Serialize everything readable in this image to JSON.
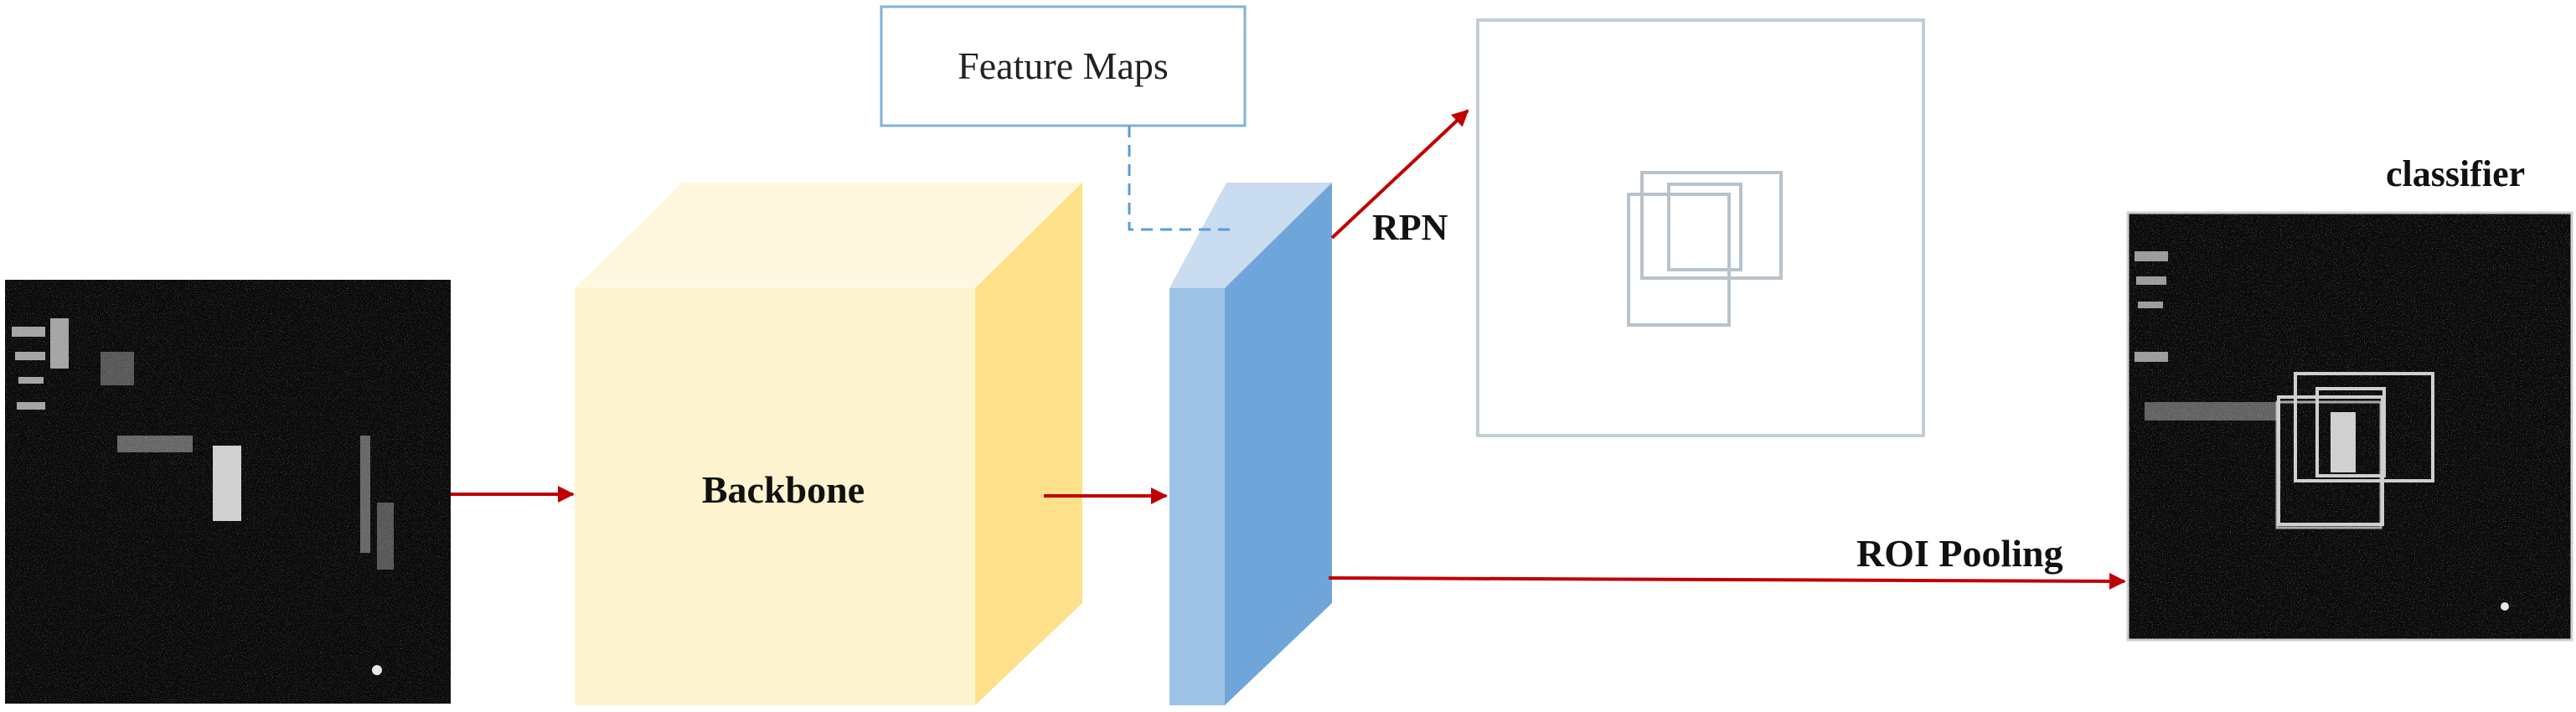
{
  "labels": {
    "feature_maps": "Feature Maps",
    "backbone": "Backbone",
    "rpn": "RPN",
    "roi_pooling": "ROI Pooling",
    "classifier": "classifier"
  },
  "colors": {
    "arrow": "#c00000",
    "cube_front": "#fef3cf",
    "cube_top": "#fff8e1",
    "cube_side": "#fde08a",
    "feature_front": "#9dc3e6",
    "feature_top": "#c9dcf0",
    "feature_side": "#6fa5d9",
    "feature_maps_box": "#7fb2d9",
    "proposal_box": "#b7c3cc",
    "sar_background": "#0a0a0a"
  }
}
